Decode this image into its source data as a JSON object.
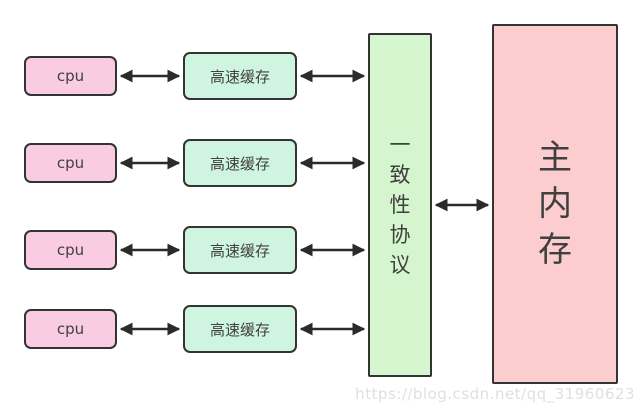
{
  "diagram": {
    "nodes": {
      "cpus": [
        "cpu",
        "cpu",
        "cpu",
        "cpu"
      ],
      "caches": [
        "高速缓存",
        "高速缓存",
        "高速缓存",
        "高速缓存"
      ],
      "protocol": "一致性协议",
      "memory": "主内存"
    },
    "connections": [
      "cpu <-> 高速缓存 (x4, double-headed arrows)",
      "高速缓存 <-> 一致性协议 (x4, double-headed arrows)",
      "一致性协议 <-> 主内存 (double-headed arrow)"
    ]
  },
  "watermark": "https://blog.csdn.net/qq_31960623",
  "colors": {
    "background": "#ffffff",
    "cpu_fill": "#f9cce3",
    "cache_fill": "#cff5e0",
    "protocol_fill": "#d5f5cf",
    "memory_fill": "#fccdcf",
    "node_border": "#333333",
    "node_text": "#404040",
    "arrow": "#2b2b2b",
    "watermark_text": "#e0e0e0"
  }
}
